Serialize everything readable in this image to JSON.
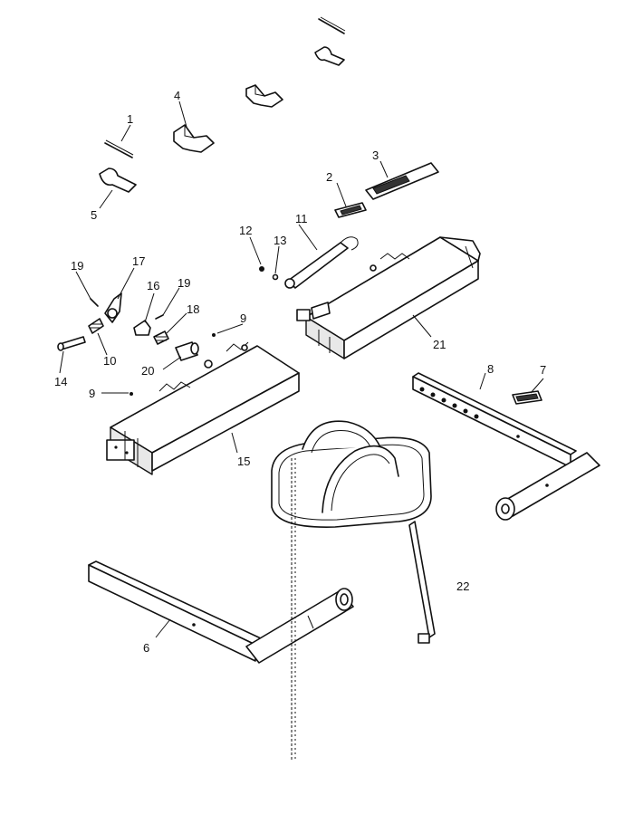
{
  "diagram": {
    "callouts": [
      "1",
      "2",
      "3",
      "4",
      "5",
      "6",
      "7",
      "8",
      "9",
      "9",
      "10",
      "11",
      "12",
      "13",
      "14",
      "15",
      "16",
      "17",
      "18",
      "19",
      "19",
      "20",
      "21",
      "22"
    ]
  }
}
